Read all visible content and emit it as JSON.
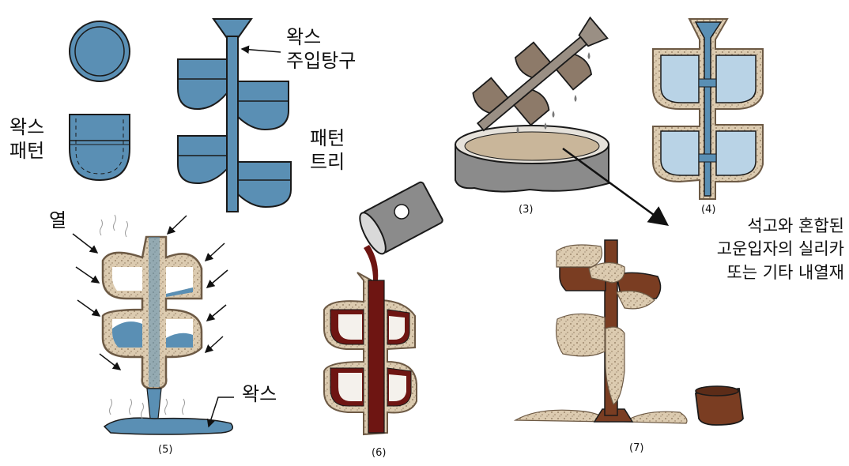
{
  "labels": {
    "wax_sprue": "왁스\n주입탕구",
    "wax_pattern": "왁스\n패턴",
    "pattern_tree": "패턴\n트리",
    "heat": "열",
    "wax_melt": "왁스",
    "refractory_line1": "석고와 혼합된",
    "refractory_line2": "고운입자의 실리카",
    "refractory_line3": "또는 기타 내열재"
  },
  "step_numbers": {
    "s3": "(3)",
    "s4": "(4)",
    "s5": "(5)",
    "s6": "(6)",
    "s7": "(7)"
  },
  "colors": {
    "wax_blue": "#5a8fb4",
    "wax_light": "#b9d3e6",
    "shell_tan": "#dccbb0",
    "shell_edge": "#6d5a45",
    "metal_red": "#6e1512",
    "bronze": "#7a3d22",
    "dip_gray": "#8b8b8b",
    "outline": "#1a1a1a"
  }
}
